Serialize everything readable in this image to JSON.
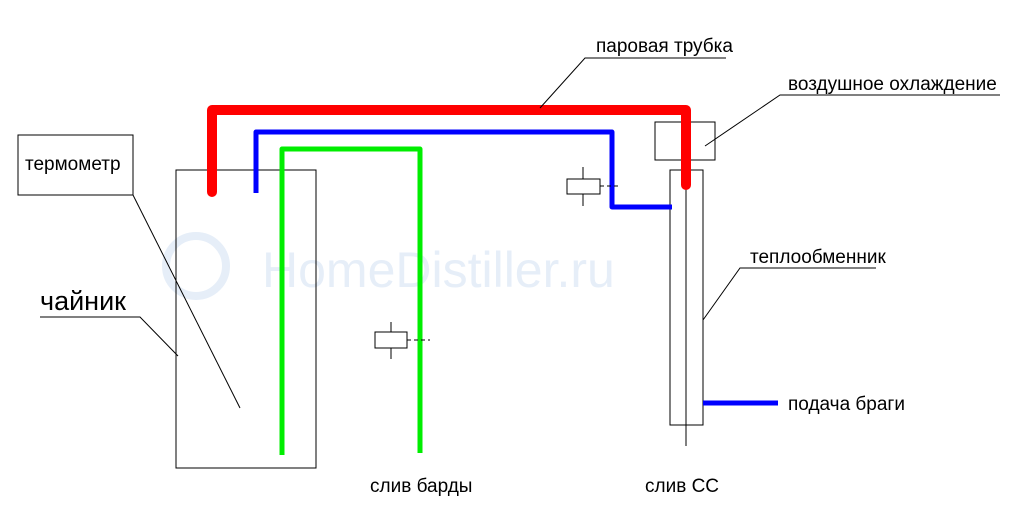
{
  "watermark": "HomeDistiller.ru",
  "labels": {
    "steam_pipe": "паровая трубка",
    "air_cooling": "воздушное охлаждение",
    "thermometer": "термометр",
    "kettle": "чайник",
    "heat_exchanger": "теплообменник",
    "mash_feed": "подача браги",
    "stillage_drain": "слив барды",
    "ss_drain": "слив СС"
  },
  "colors": {
    "steam": "#ff0000",
    "cold": "#0000ff",
    "drain": "#00ee00"
  }
}
